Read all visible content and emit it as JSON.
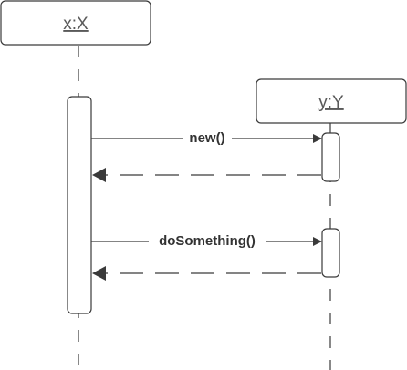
{
  "diagram": {
    "type": "uml-sequence",
    "lifelines": [
      {
        "id": "x",
        "label": "x:X"
      },
      {
        "id": "y",
        "label": "y:Y"
      }
    ],
    "messages": [
      {
        "from": "x",
        "to": "y",
        "label": "new()",
        "kind": "synchronous-call"
      },
      {
        "from": "y",
        "to": "x",
        "label": "",
        "kind": "return"
      },
      {
        "from": "x",
        "to": "y",
        "label": "doSomething()",
        "kind": "synchronous-call"
      },
      {
        "from": "y",
        "to": "x",
        "label": "",
        "kind": "return"
      }
    ],
    "colors": {
      "stroke": "#3a3a3a",
      "label_text": "#5a5a5a",
      "background": "#ffffff"
    }
  }
}
